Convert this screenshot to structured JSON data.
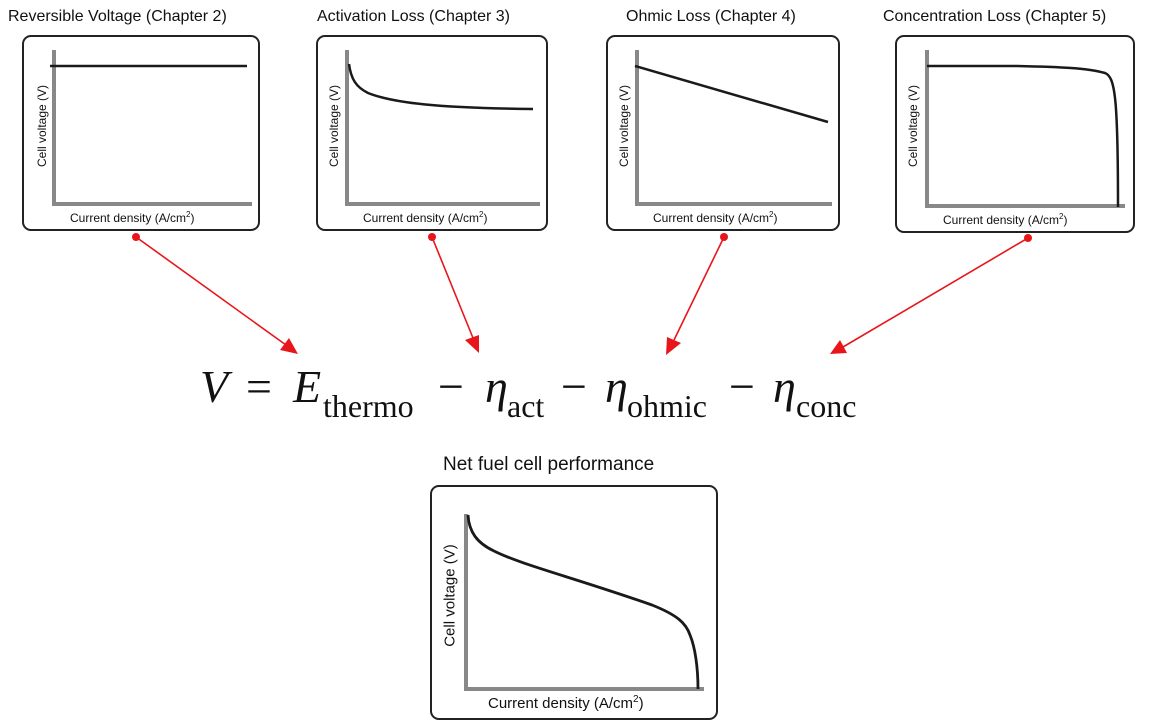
{
  "panels": [
    {
      "title": "Reversible Voltage (Chapter 2)",
      "ylabel": "Cell voltage (V)",
      "xlabel_main": "Current density (A/cm",
      "xlabel_sup": "2",
      "xlabel_end": ")"
    },
    {
      "title": "Activation Loss (Chapter 3)",
      "ylabel": "Cell voltage (V)",
      "xlabel_main": "Current density (A/cm",
      "xlabel_sup": "2",
      "xlabel_end": ")"
    },
    {
      "title": "Ohmic Loss (Chapter 4)",
      "ylabel": "Cell voltage (V)",
      "xlabel_main": "Current density (A/cm",
      "xlabel_sup": "2",
      "xlabel_end": ")"
    },
    {
      "title": "Concentration Loss (Chapter 5)",
      "ylabel": "Cell voltage (V)",
      "xlabel_main": "Current density (A/cm",
      "xlabel_sup": "2",
      "xlabel_end": ")"
    }
  ],
  "net": {
    "title": "Net fuel cell performance",
    "ylabel": "Cell voltage (V)",
    "xlabel_main": "Current density (A/cm",
    "xlabel_sup": "2",
    "xlabel_end": ")"
  },
  "equation": {
    "V": "V",
    "eq": "=",
    "E": "E",
    "E_sub": "thermo",
    "minus": "−",
    "eta": "η",
    "act": "act",
    "ohmic": "ohmic",
    "conc": "conc"
  },
  "colors": {
    "connector": "#e8161b",
    "axis": "#888888",
    "curve": "#1a1a1a",
    "border": "#222222"
  }
}
